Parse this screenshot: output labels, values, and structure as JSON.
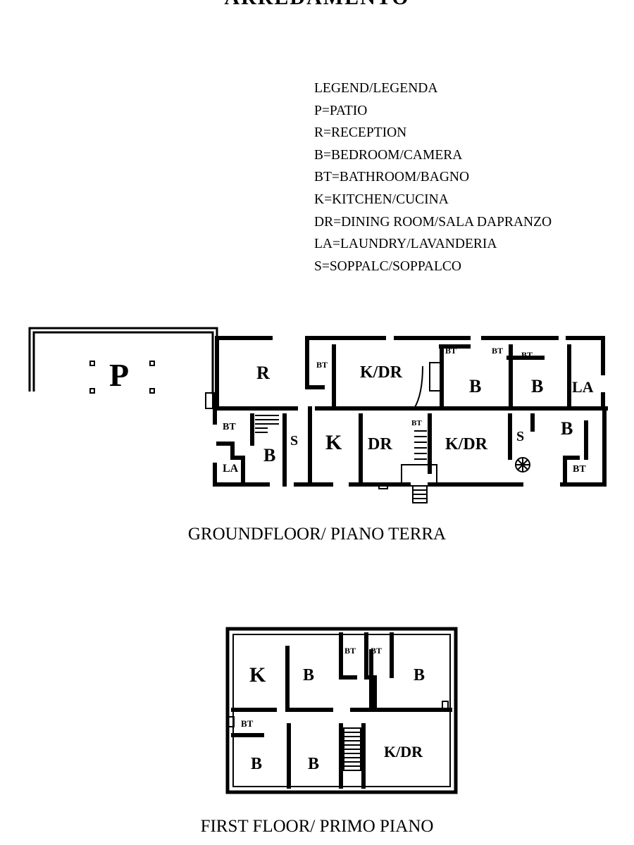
{
  "header": {
    "title": "ARREDAMENTO"
  },
  "legend": {
    "items": [
      "LEGEND/LEGENDA",
      "P=PATIO",
      "R=RECEPTION",
      "B=BEDROOM/CAMERA",
      "BT=BATHROOM/BAGNO",
      "K=KITCHEN/CUCINA",
      "DR=DINING ROOM/SALA DAPRANZO",
      "LA=LAUNDRY/LAVANDERIA",
      "S=SOPPALC/SOPPALCO"
    ]
  },
  "groundfloor": {
    "caption": "GROUNDFLOOR/ PIANO TERRA",
    "labels": {
      "p": "P",
      "r": "R",
      "bt1": "BT",
      "kdr1": "K/DR",
      "bt2": "BT",
      "bt3": "BT",
      "bt4": "BT",
      "b1": "B",
      "b2": "B",
      "la1": "LA",
      "bt5": "BT",
      "la2": "LA",
      "b3": "B",
      "s1": "S",
      "k": "K",
      "dr": "DR",
      "bt6": "BT",
      "kdr2": "K/DR",
      "s2": "S",
      "b4": "B",
      "bt7": "BT"
    }
  },
  "firstfloor": {
    "caption": "FIRST FLOOR/ PRIMO PIANO",
    "labels": {
      "k": "K",
      "b1": "B",
      "bt1": "BT",
      "bt2": "BT",
      "b2": "B",
      "bt3": "BT",
      "b3": "B",
      "b4": "B",
      "kdr": "K/DR"
    }
  }
}
